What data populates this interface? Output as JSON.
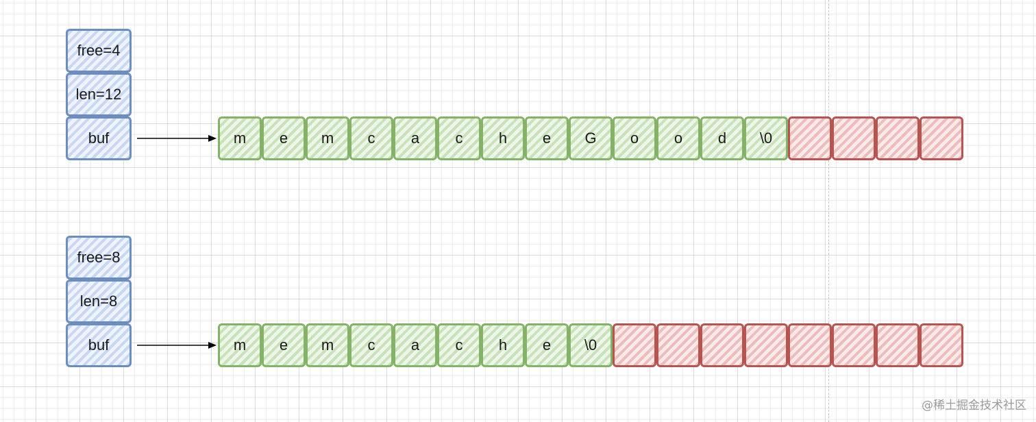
{
  "diagram": {
    "structs": [
      {
        "free_label": "free=4",
        "len_label": "len=12",
        "buf_label": "buf",
        "used_chars": [
          "m",
          "e",
          "m",
          "c",
          "a",
          "c",
          "h",
          "e",
          "G",
          "o",
          "o",
          "d",
          "\\0"
        ],
        "free_count": 4
      },
      {
        "free_label": "free=8",
        "len_label": "len=8",
        "buf_label": "buf",
        "used_chars": [
          "m",
          "e",
          "m",
          "c",
          "a",
          "c",
          "h",
          "e",
          "\\0"
        ],
        "free_count": 8
      }
    ]
  },
  "colors": {
    "header_stroke": "#6c8ebf",
    "used_stroke": "#82b366",
    "free_stroke": "#b85450"
  },
  "watermark": "@稀土掘金技术社区"
}
